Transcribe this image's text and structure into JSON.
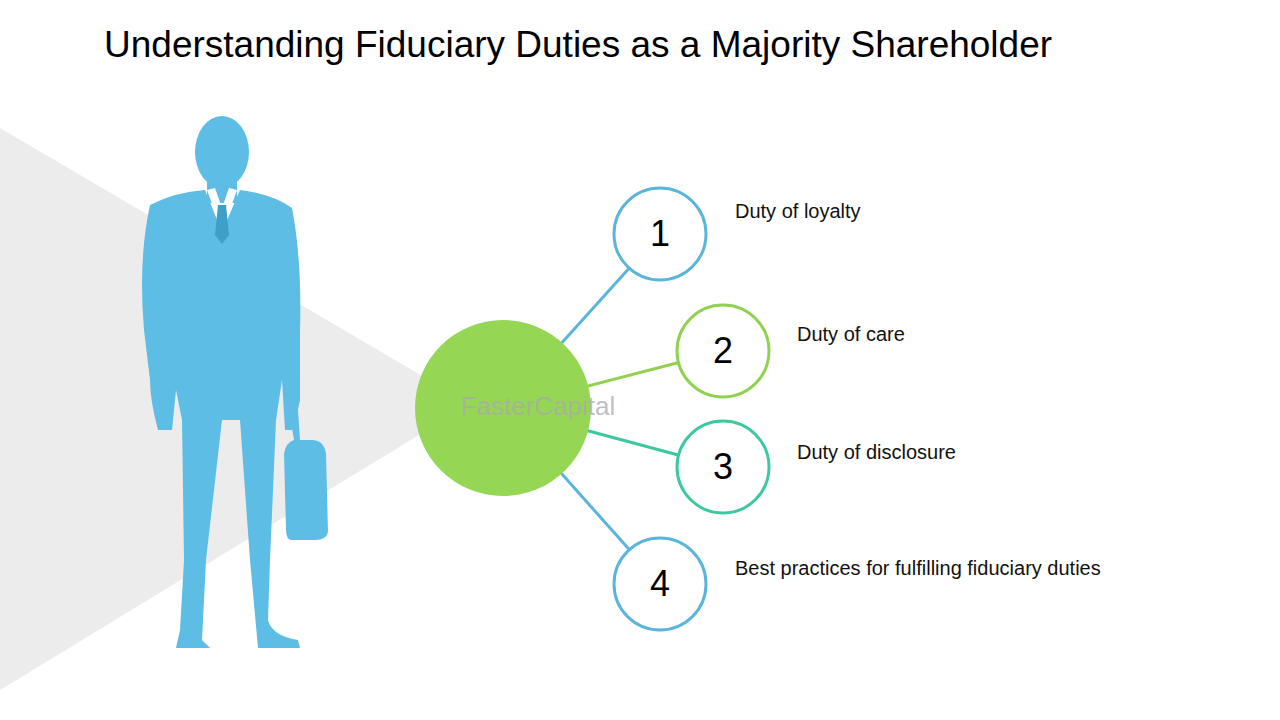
{
  "diagram": {
    "title": "Understanding Fiduciary Duties as a Majority Shareholder",
    "nodes": [
      {
        "text": [
          "1",
          "Duty of loyalty"
        ]
      },
      {
        "text": [
          "2",
          "Duty of care"
        ]
      },
      {
        "text": [
          "3",
          "Duty of disclosure"
        ]
      },
      {
        "text": [
          "4",
          "Best practices for fulfilling fiduciary duties"
        ]
      }
    ],
    "labels": [
      "FasterCapital"
    ]
  }
}
